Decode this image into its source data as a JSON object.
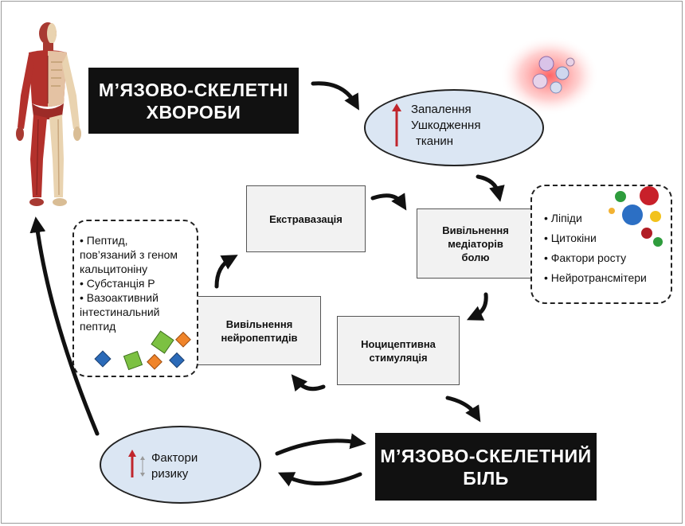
{
  "boxes": {
    "diseases": [
      "М’ЯЗОВО-СКЕЛЕТНІ",
      "ХВОРОБИ"
    ],
    "pain": [
      "М’ЯЗОВО-СКЕЛЕТНИЙ",
      "БІЛЬ"
    ],
    "extravasation": "Екстравазація",
    "mediators_release": [
      "Вивільнення",
      "медіаторів",
      "болю"
    ],
    "neuropeptide_release": [
      "Вивільнення",
      "нейропептидів"
    ],
    "nociceptive": [
      "Ноцицептивна",
      "стимуляція"
    ]
  },
  "inflammation": [
    "Запалення",
    "Ушкодження",
    "тканин"
  ],
  "risk_factors": [
    "Фактори",
    "ризику"
  ],
  "mediators_list": [
    "• Ліпіди",
    "• Цитокіни",
    "• Фактори росту",
    "• Нейротрансмітери"
  ],
  "neuropeptides_list": [
    "• Пептид,",
    "пов’язаний з геном",
    "кальцитоніну",
    "• Субстанція Р",
    "• Вазоактивний",
    "інтестинальний",
    "пептид"
  ],
  "colors": {
    "black_box": "#111111",
    "gray_box": "#f2f2f2",
    "ellipse_fill": "#dbe6f3",
    "up_arrow": "#c0262d",
    "muscle_red": "#b3312c",
    "bone_beige": "#e9d3b0"
  }
}
